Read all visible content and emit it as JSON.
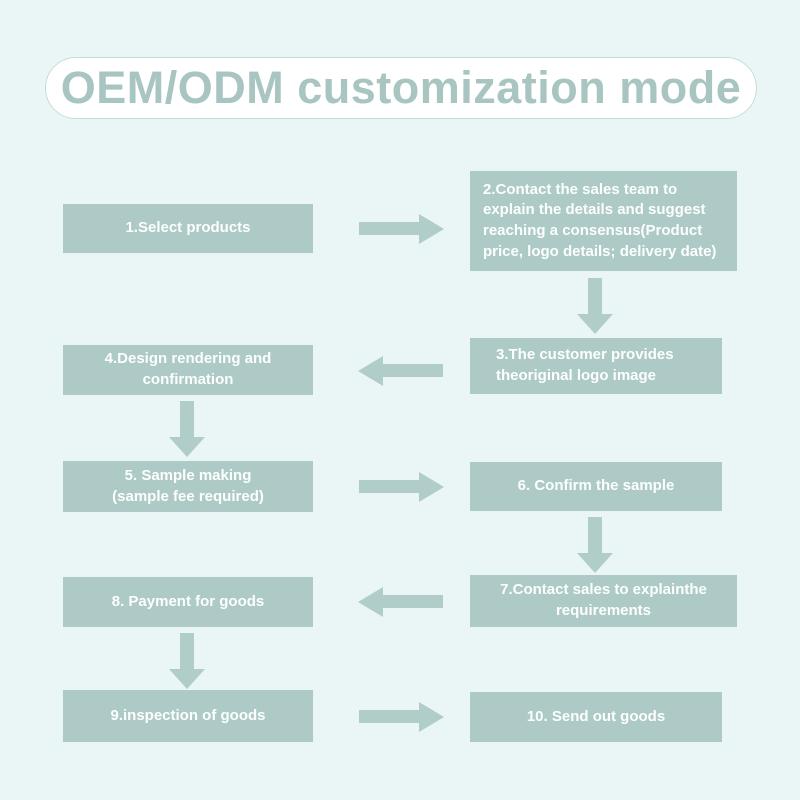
{
  "title": "OEM/ODM customization mode",
  "colors": {
    "bg": "#EAF6F5",
    "box": "#ADCAC6",
    "arrow": "#B1CDC9",
    "titleText": "#A8C5C1",
    "boxText": "#FCFFFE",
    "pillBg": "#FFFFFF",
    "pillBorder": "#C6DDD9"
  },
  "flow": {
    "nodes": [
      {
        "id": 1,
        "label": "1.Select products",
        "align": "center"
      },
      {
        "id": 2,
        "label": "2.Contact the sales team to\nexplain the details and suggest\nreaching a consensus(Product\nprice, logo details; delivery date)",
        "align": "left"
      },
      {
        "id": 3,
        "label": "3.The customer provides\ntheoriginal logo image",
        "align": "left"
      },
      {
        "id": 4,
        "label": "4.Design rendering and\nconfirmation",
        "align": "center"
      },
      {
        "id": 5,
        "label": "5. Sample making\n(sample fee required)",
        "align": "center"
      },
      {
        "id": 6,
        "label": "6. Confirm the sample",
        "align": "center"
      },
      {
        "id": 7,
        "label": "7.Contact sales to explainthe\nrequirements",
        "align": "center"
      },
      {
        "id": 8,
        "label": "8. Payment for goods",
        "align": "center"
      },
      {
        "id": 9,
        "label": "9.inspection of goods",
        "align": "center"
      },
      {
        "id": 10,
        "label": "10. Send out goods",
        "align": "center"
      }
    ],
    "arrows": [
      {
        "from": 1,
        "to": 2,
        "direction": "right"
      },
      {
        "from": 2,
        "to": 3,
        "direction": "down"
      },
      {
        "from": 3,
        "to": 4,
        "direction": "left"
      },
      {
        "from": 4,
        "to": 5,
        "direction": "down"
      },
      {
        "from": 5,
        "to": 6,
        "direction": "right"
      },
      {
        "from": 6,
        "to": 7,
        "direction": "down"
      },
      {
        "from": 7,
        "to": 8,
        "direction": "left"
      },
      {
        "from": 8,
        "to": 9,
        "direction": "down"
      },
      {
        "from": 9,
        "to": 10,
        "direction": "right"
      }
    ]
  }
}
